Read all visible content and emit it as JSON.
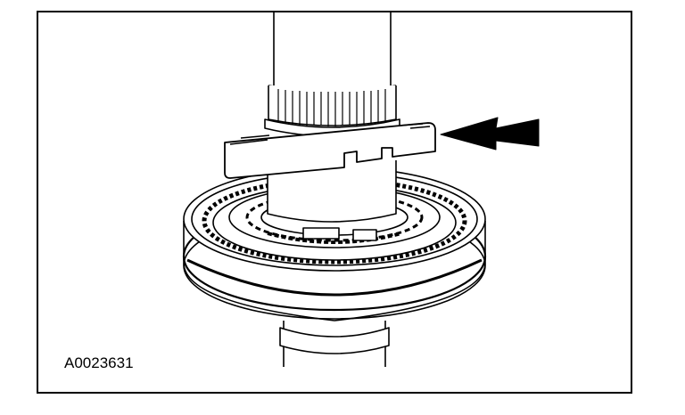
{
  "figure": {
    "caption": "A0023631",
    "colors": {
      "line": "#000000",
      "fill": "#ffffff",
      "arrow": "#000000"
    },
    "icons": [
      "shaft-part",
      "splined-hub",
      "tool-bracket",
      "synchronizer-ring",
      "pointer-arrow"
    ]
  }
}
